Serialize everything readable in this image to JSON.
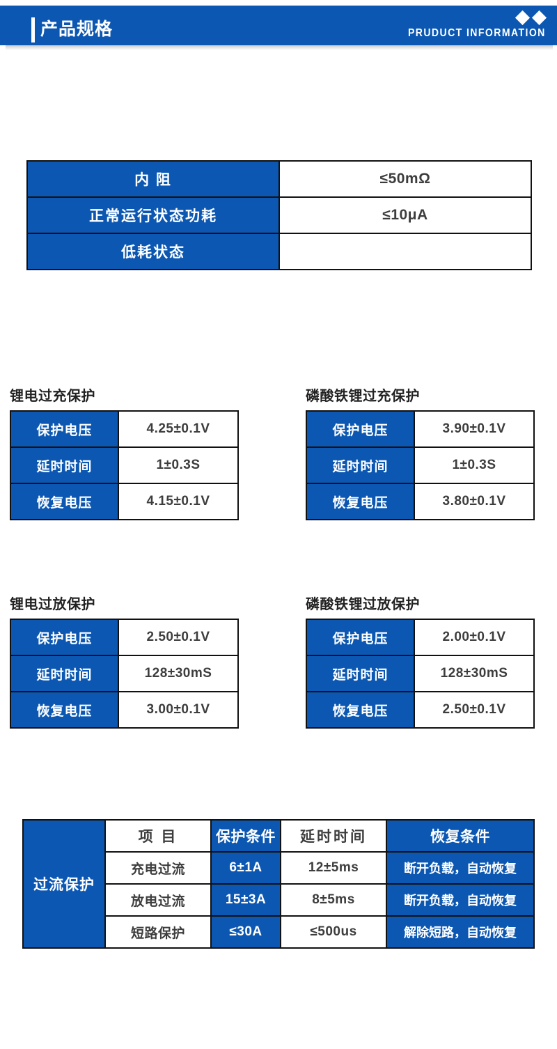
{
  "theme": {
    "brand_blue": "#0B57B2",
    "border_black": "#111111",
    "text_gray": "#3D3D3D",
    "white": "#FFFFFF"
  },
  "header": {
    "title": "产品规格",
    "subtitle": "PRUDUCT INFORMATION",
    "accent_bar": "",
    "diamond_count": 2
  },
  "basic_table": {
    "rows": [
      {
        "label": "内  阻",
        "value": "≤50mΩ"
      },
      {
        "label": "正常运行状态功耗",
        "value": "≤10μA"
      },
      {
        "label": "低耗状态",
        "value": ""
      }
    ]
  },
  "mini_tables": [
    {
      "id": "li-overcharge",
      "title": "锂电过充保护",
      "rows": [
        {
          "label": "保护电压",
          "value": "4.25±0.1V"
        },
        {
          "label": "延时时间",
          "value": "1±0.3S"
        },
        {
          "label": "恢复电压",
          "value": "4.15±0.1V"
        }
      ]
    },
    {
      "id": "lfp-overcharge",
      "title": "磷酸铁锂过充保护",
      "rows": [
        {
          "label": "保护电压",
          "value": "3.90±0.1V"
        },
        {
          "label": "延时时间",
          "value": "1±0.3S"
        },
        {
          "label": "恢复电压",
          "value": "3.80±0.1V"
        }
      ]
    },
    {
      "id": "li-overdischarge",
      "title": "锂电过放保护",
      "rows": [
        {
          "label": "保护电压",
          "value": "2.50±0.1V"
        },
        {
          "label": "延时时间",
          "value": "128±30mS"
        },
        {
          "label": "恢复电压",
          "value": "3.00±0.1V"
        }
      ]
    },
    {
      "id": "lfp-overdischarge",
      "title": "磷酸铁锂过放保护",
      "rows": [
        {
          "label": "保护电压",
          "value": "2.00±0.1V"
        },
        {
          "label": "延时时间",
          "value": "128±30mS"
        },
        {
          "label": "恢复电压",
          "value": "2.50±0.1V"
        }
      ]
    }
  ],
  "overcurrent_table": {
    "row_header": "过流保护",
    "columns": [
      "项  目",
      "保护条件",
      "延时时间",
      "恢复条件"
    ],
    "rows": [
      {
        "item": "充电过流",
        "condition": "6±1A",
        "delay": "12±5ms",
        "recovery": "断开负载，自动恢复"
      },
      {
        "item": "放电过流",
        "condition": "15±3A",
        "delay": "8±5ms",
        "recovery": "断开负载，自动恢复"
      },
      {
        "item": "短路保护",
        "condition": "≤30A",
        "delay": "≤500us",
        "recovery": "解除短路，自动恢复"
      }
    ]
  }
}
